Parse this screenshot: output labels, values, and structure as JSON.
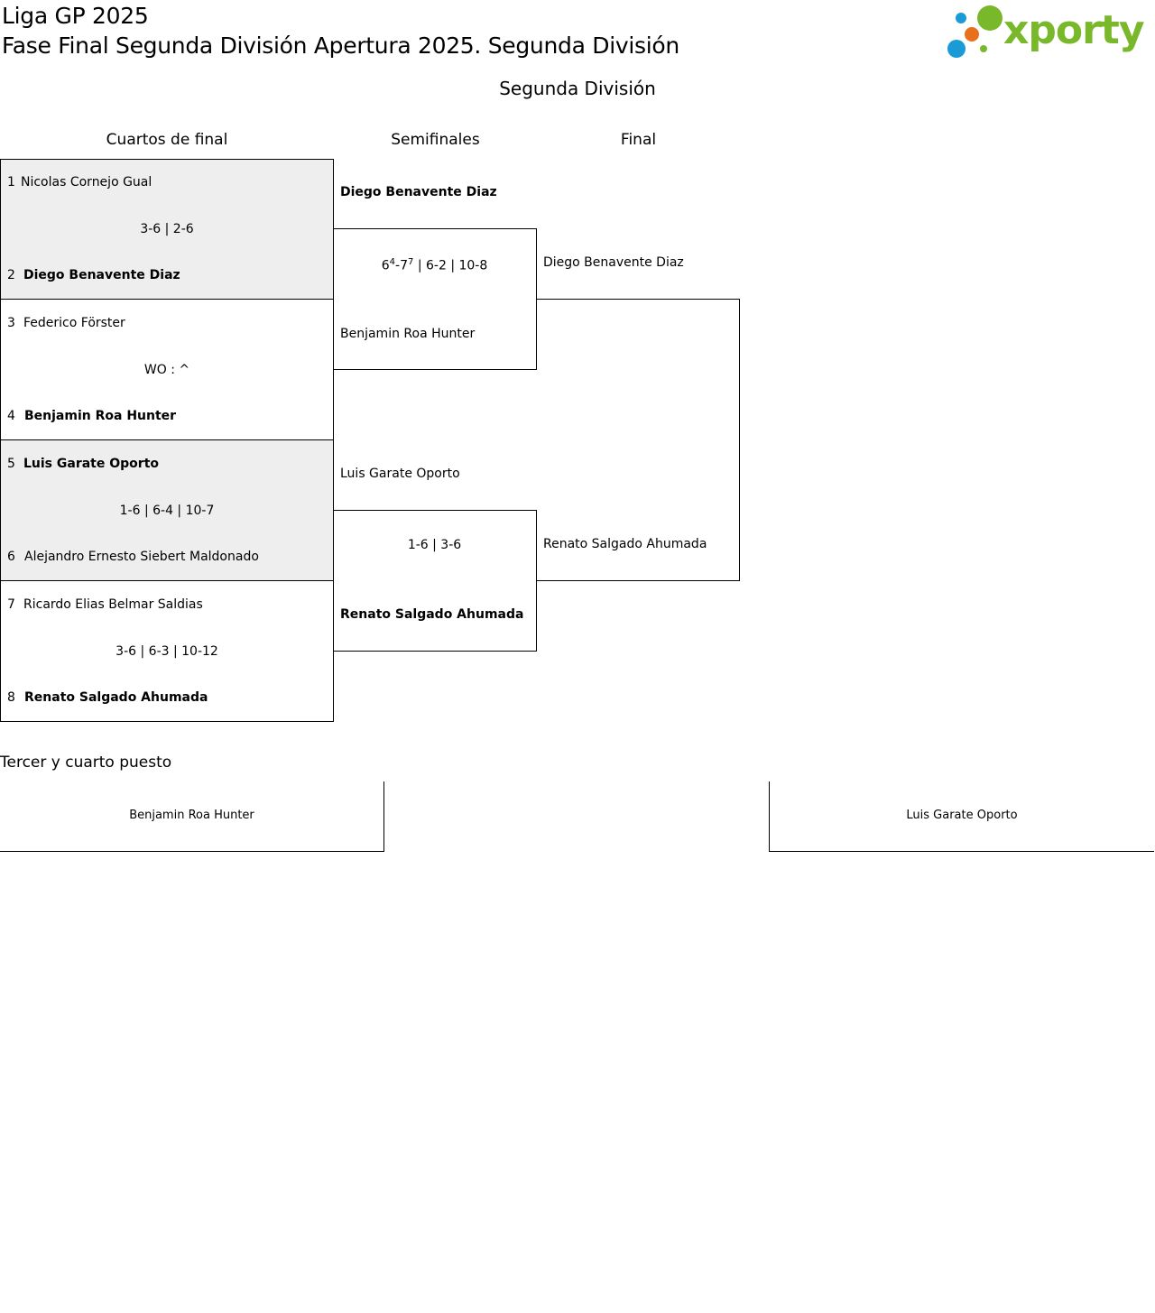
{
  "header": {
    "league": "Liga GP 2025",
    "subtitle": "Fase Final Segunda División Apertura 2025. Segunda División",
    "logo_text": "xporty"
  },
  "division_title": "Segunda División",
  "rounds": {
    "quarterfinals": "Cuartos de final",
    "semifinals": "Semifinales",
    "final": "Final"
  },
  "quarterfinals": [
    {
      "top": {
        "seed": "1",
        "name": "Nicolas Cornejo Gual"
      },
      "bottom": {
        "seed": "2",
        "name": "Diego Benavente Diaz"
      },
      "score": "3-6 | 2-6"
    },
    {
      "top": {
        "seed": "3",
        "name": "Federico Förster"
      },
      "bottom": {
        "seed": "4",
        "name": "Benjamin Roa Hunter"
      },
      "score": "WO : ^"
    },
    {
      "top": {
        "seed": "5",
        "name": "Luis Garate Oporto"
      },
      "bottom": {
        "seed": "6",
        "name": "Alejandro Ernesto Siebert Maldonado"
      },
      "score": "1-6 | 6-4 | 10-7"
    },
    {
      "top": {
        "seed": "7",
        "name": "Ricardo Elias Belmar Saldias"
      },
      "bottom": {
        "seed": "8",
        "name": "Renato Salgado Ahumada"
      },
      "score": "3-6 | 6-3 | 10-12"
    }
  ],
  "semifinals": [
    {
      "top": "Diego Benavente Diaz",
      "bottom": "Benjamin Roa Hunter",
      "score": {
        "s1_a": "6",
        "s1_a_tb": "4",
        "sep": "-",
        "s1_b": "7",
        "s1_b_tb": "7",
        "rest": " | 6-2 | 10-8"
      }
    },
    {
      "top": "Luis Garate Oporto",
      "bottom": "Renato Salgado Ahumada",
      "score": "1-6 | 3-6"
    }
  ],
  "final": {
    "top": "Diego Benavente Diaz",
    "bottom": "Renato Salgado Ahumada"
  },
  "third_place": {
    "title": "Tercer y cuarto puesto",
    "left": "Benjamin Roa Hunter",
    "right": "Luis Garate Oporto"
  },
  "colors": {
    "logo_green": "#78b82a",
    "logo_blue": "#1a9ad6",
    "logo_orange": "#e8701c",
    "match_shade": "#eeeeee"
  }
}
